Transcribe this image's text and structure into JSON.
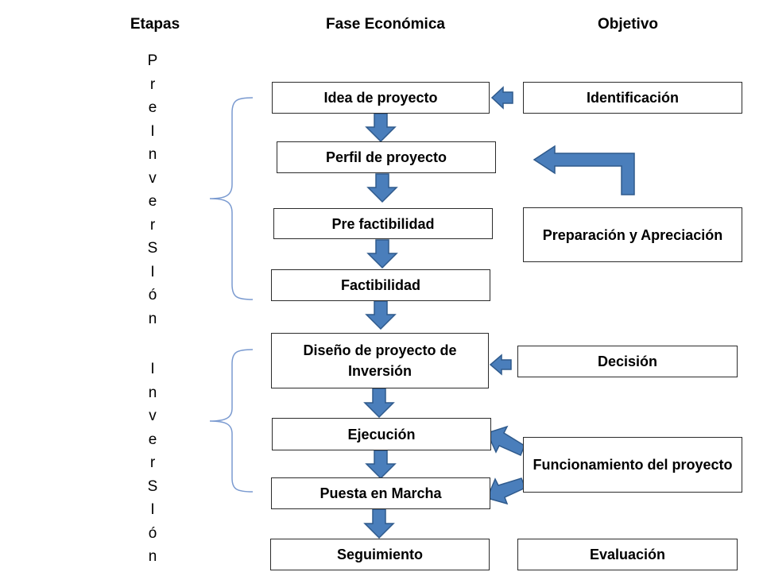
{
  "headers": {
    "etapas": "Etapas",
    "fase": "Fase Económica",
    "objetivo": "Objetivo"
  },
  "stages": {
    "preinversion": [
      "P",
      "r",
      "e",
      "I",
      "n",
      "v",
      "e",
      "r",
      "S",
      "I",
      "ó",
      "n"
    ],
    "inversion": [
      "I",
      "n",
      "v",
      "e",
      "r",
      "S",
      "I",
      "ó",
      "n"
    ]
  },
  "phases": [
    "Idea de proyecto",
    "Perfil de proyecto",
    "Pre factibilidad",
    "Factibilidad",
    "Diseño de proyecto de Inversión",
    "Ejecución",
    "Puesta en Marcha",
    "Seguimiento"
  ],
  "objectives": [
    "Identificación",
    "Preparación y Apreciación",
    "Decisión",
    "Funcionamiento del proyecto",
    "Evaluación"
  ],
  "colors": {
    "arrow_fill": "#4a7ebb",
    "arrow_stroke": "#2f5a8c",
    "brace": "#7a9ad0",
    "box_border": "#2b2b2b"
  }
}
